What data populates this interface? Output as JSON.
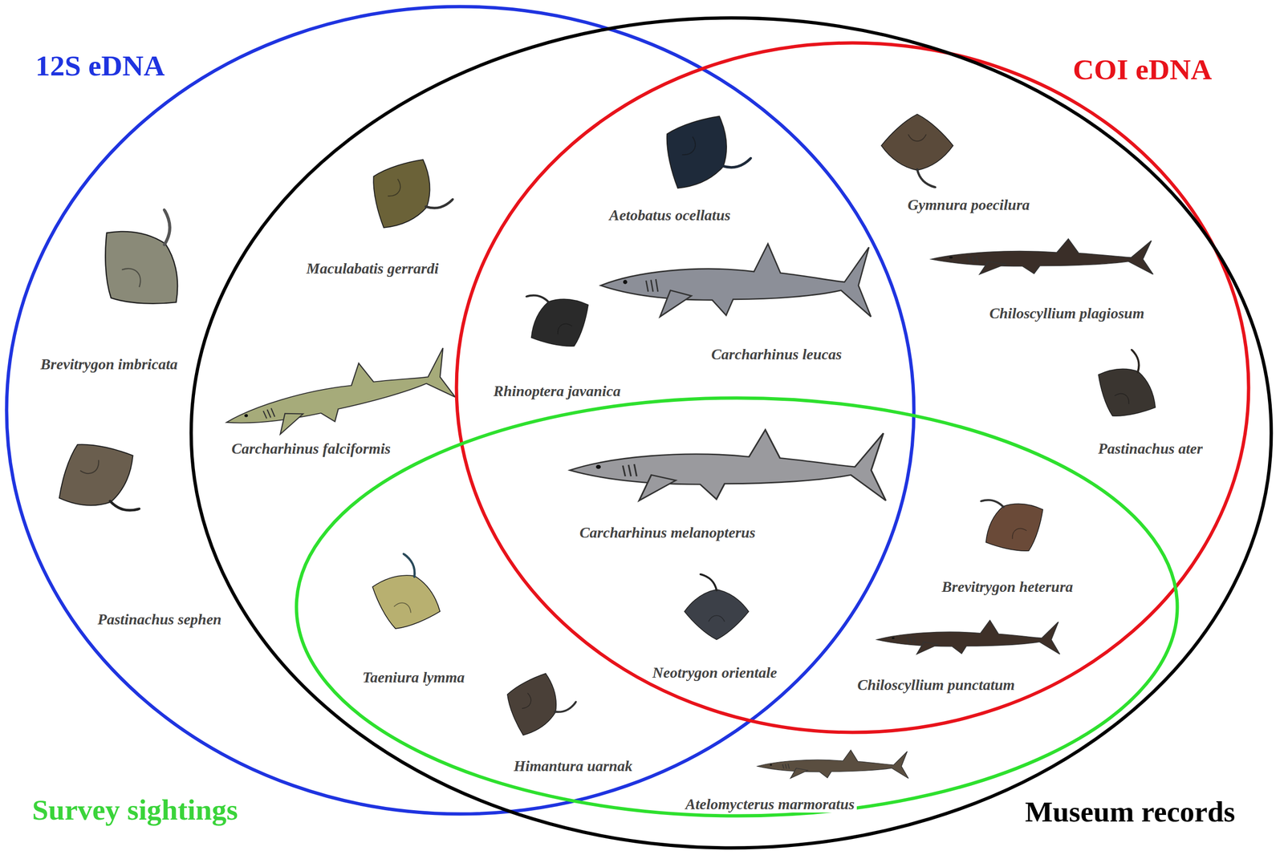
{
  "diagram": {
    "nodes": [
      {
        "text": [
          "12S eDNA"
        ]
      },
      {
        "text": [
          "COI eDNA"
        ]
      },
      {
        "text": [
          "Survey sightings"
        ]
      },
      {
        "text": [
          "Museum records"
        ]
      }
    ],
    "labels": [
      "Brevitrygon imbricata",
      "Pastinachus sephen",
      "Maculabatis gerrardi",
      "Carcharhinus falciformis",
      "Aetobatus ocellatus",
      "Rhinoptera javanica",
      "Carcharhinus leucas",
      "Gymnura poecilura",
      "Chiloscyllium plagiosum",
      "Pastinachus ater",
      "Carcharhinus melanopterus",
      "Brevitrygon heterura",
      "Neotrygon orientale",
      "Chiloscyllium punctatum",
      "Taeniura lymma",
      "Himantura uarnak",
      "Atelomycterus marmoratus"
    ]
  }
}
